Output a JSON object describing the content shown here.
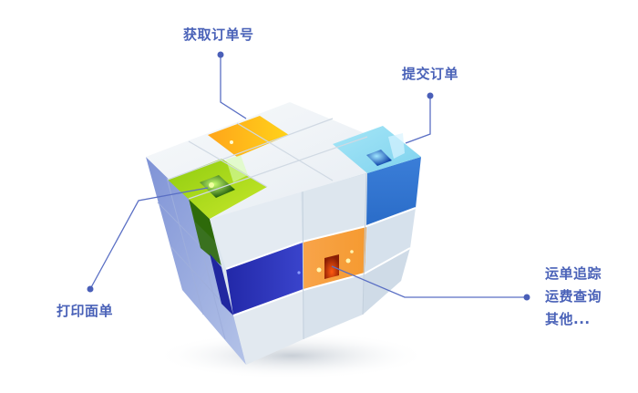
{
  "diagram": {
    "type": "process-cube",
    "colors": {
      "label_text": "#4a62b8",
      "connector_line": "#5a6fc4",
      "connector_dot": "#4a5fb8",
      "tile_orange_yellow": "#ffc21a",
      "tile_green": "#a8d414",
      "tile_cyan": "#8fdcf0",
      "tile_blue": "#3a7fd6",
      "tile_navy": "#2e35b8",
      "tile_orange": "#f7a040",
      "tile_white": "#eef3f8",
      "side_lavender": "#8d9fd8"
    },
    "steps": [
      {
        "id": "get-order-number",
        "label": "获取订单号"
      },
      {
        "id": "submit-order",
        "label": "提交订单"
      },
      {
        "id": "print-waybill",
        "label": "打印面单"
      }
    ],
    "more_services": {
      "items": [
        {
          "label": "运单追踪"
        },
        {
          "label": "运费查询"
        },
        {
          "label": "其他..."
        }
      ]
    }
  }
}
